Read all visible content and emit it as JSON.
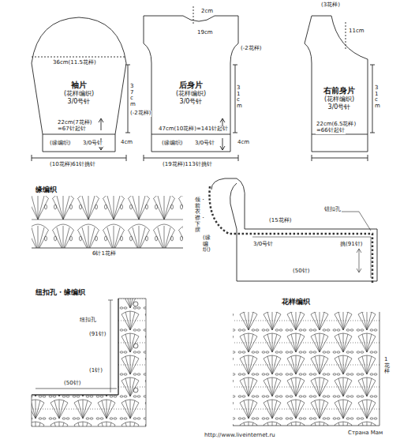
{
  "diagram": {
    "nodes": [
      {
        "text": [
          "袖片",
          "(花样编织)",
          "3/0号针"
        ]
      },
      {
        "text": [
          "后身片",
          "(花样编织)",
          "3/0号针"
        ]
      },
      {
        "text": [
          "右前身片",
          "(花样编织)",
          "3/0号针"
        ]
      }
    ],
    "labels": [
      "2cm",
      "(3花样)",
      "11cm",
      "19cm",
      "36cm(11.5花样)",
      "37cm",
      "(-2花样)",
      "22cm(7花样)",
      "=67针起针",
      "(缘编织)",
      "3/0号针",
      "4cm",
      "(10花样)61针挑针",
      "(-2花样)",
      "31cm",
      "4cm",
      "47cm(10花样)=141针起针",
      "(缘编织)",
      "3/0号针",
      "(19花样)113针挑针",
      "31cm",
      "22cm(6.5花样)",
      "=66针起针",
      "缘编织",
      "6针1花样",
      "领・前衣襟・下摆",
      "(缘编织)",
      "3/0号针",
      "钮扣孔",
      "(15花样)",
      "挑(91针)",
      "(50针)",
      "纽扣孔・缘编织",
      "纽扣孔",
      "(91针)",
      "(1针)",
      "(50针)",
      "花样编织",
      "1花样",
      "http://www.liveinternet.ru",
      "Страна Мам"
    ]
  }
}
